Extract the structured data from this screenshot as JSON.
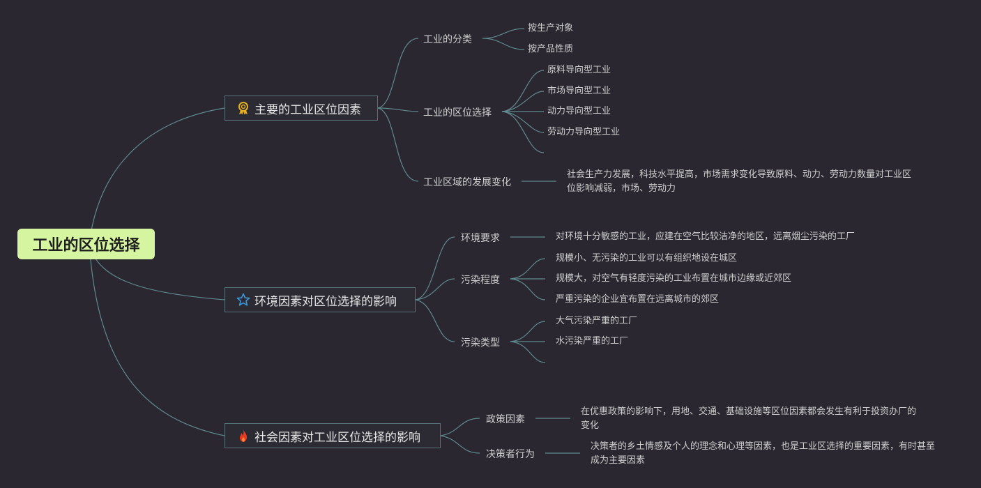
{
  "root": {
    "label": "工业的区位选择"
  },
  "branches": [
    {
      "label": "主要的工业区位因素",
      "icon": "award-ribbon-icon",
      "children": [
        {
          "label": "工业的分类",
          "leaves": [
            "按生产对象",
            "按产品性质"
          ]
        },
        {
          "label": "工业的区位选择",
          "leaves": [
            "原料导向型工业",
            "市场导向型工业",
            "动力导向型工业",
            "劳动力导向型工业",
            ""
          ]
        },
        {
          "label": "工业区域的发展变化",
          "leaves": [
            "社会生产力发展，科技水平提高，市场需求变化导致原料、动力、劳动力数量对工业区位影响减弱，市场、劳动力"
          ]
        }
      ]
    },
    {
      "label": "环境因素对区位选择的影响",
      "icon": "star-outline-icon",
      "children": [
        {
          "label": "环境要求",
          "leaves": [
            "对环境十分敏感的工业，应建在空气比较洁净的地区，远离烟尘污染的工厂"
          ]
        },
        {
          "label": "污染程度",
          "leaves": [
            "规模小、无污染的工业可以有组织地设在城区",
            "规模大，对空气有轻度污染的工业布置在城市边缘或近郊区",
            "严重污染的企业宜布置在远离城市的郊区"
          ]
        },
        {
          "label": "污染类型",
          "leaves": [
            "大气污染严重的工厂",
            "水污染严重的工厂",
            ""
          ]
        }
      ]
    },
    {
      "label": "社会因素对工业区位选择的影响",
      "icon": "fire-icon",
      "children": [
        {
          "label": "政策因素",
          "leaves": [
            "在优惠政策的影响下，用地、交通、基础设施等区位因素都会发生有利于投资办厂的变化"
          ]
        },
        {
          "label": "决策者行为",
          "leaves": [
            "决策者的乡土情感及个人的理念和心理等因素，也是工业区选择的重要因素，有时甚至成为主要因素"
          ]
        }
      ]
    }
  ],
  "colors": {
    "background": "#2a2730",
    "root": "#d6f5a0",
    "link": "#5f8a8e",
    "award": "#e8b020",
    "star": "#3a9ae0",
    "fire": "#e83a1e"
  }
}
